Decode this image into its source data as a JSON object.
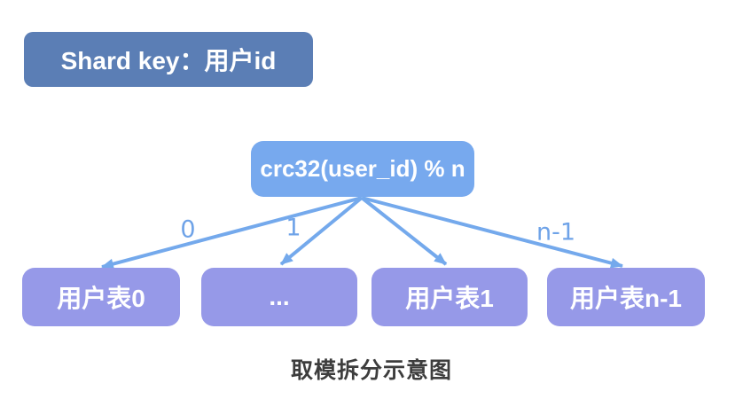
{
  "colors": {
    "shard_key_bg": "#5b7eb5",
    "hash_node_bg": "#77a9ee",
    "table_bg": "#9699e8",
    "arrow": "#74a9ec",
    "edge_label": "#6fa3e8",
    "caption_text": "#3d3d3d",
    "node_text": "#ffffff"
  },
  "header": {
    "shard_key_label": "Shard key：用户id"
  },
  "diagram": {
    "hash_node_label": "crc32(user_id) % n",
    "edge_labels": [
      "0",
      "1",
      "n-1"
    ],
    "tables": [
      {
        "label": "用户表0"
      },
      {
        "label": "..."
      },
      {
        "label": "用户表1"
      },
      {
        "label": "用户表n-1"
      }
    ]
  },
  "caption": "取模拆分示意图"
}
